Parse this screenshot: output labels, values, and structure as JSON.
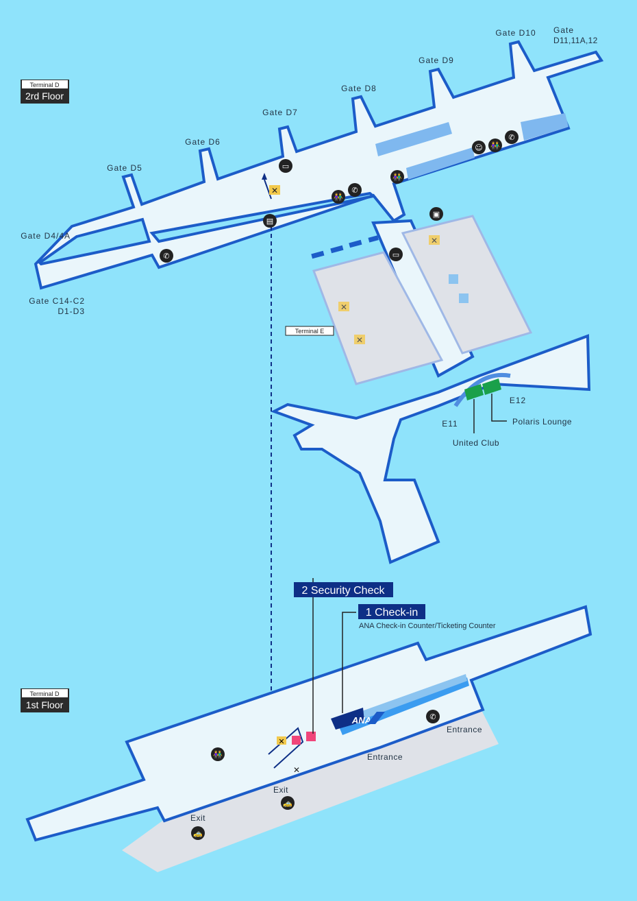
{
  "floors": {
    "upper": {
      "terminal": "Terminal D",
      "floor": "2rd Floor"
    },
    "lower": {
      "terminal": "Terminal D",
      "floor": "1st Floor"
    }
  },
  "gates": {
    "d10": "Gate D10",
    "d11_line1": "Gate",
    "d11_line2": "D11,11A,12",
    "d9": "Gate D9",
    "d8": "Gate D8",
    "d7": "Gate D7",
    "d6": "Gate D6",
    "d5": "Gate D5",
    "d4": "Gate D4/4A",
    "c14_line1": "Gate C14-C2",
    "c14_line2": "D1-D3",
    "e11": "E11",
    "e12": "E12"
  },
  "terminal_e": "Terminal E",
  "lounges": {
    "polaris": "Polaris Lounge",
    "united": "United Club"
  },
  "steps": {
    "security": "2 Security Check",
    "checkin": "1 Check-in",
    "checkin_sub": "ANA Check-in Counter/Ticketing Counter",
    "ana_logo": "ANA"
  },
  "ground": {
    "entrance_1": "Entrance",
    "entrance_2": "Entrance",
    "exit_1": "Exit",
    "exit_2": "Exit"
  },
  "colors": {
    "background": "#8fe3fb",
    "wall": "#1c5cc8",
    "navy": "#0e2f86",
    "lounge": "#1aa04a",
    "security": "#f0457a"
  }
}
